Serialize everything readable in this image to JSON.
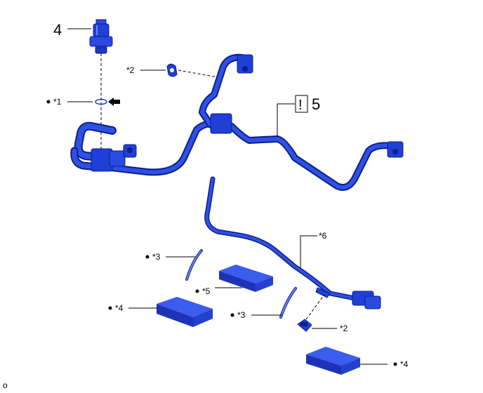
{
  "labels": {
    "part4": "4",
    "part5": "5",
    "caution": "!",
    "ref1": "*1",
    "ref2a": "*2",
    "ref2b": "*2",
    "ref3a": "*3",
    "ref3b": "*3",
    "ref4a": "*4",
    "ref4b": "*4",
    "ref5": "*5",
    "ref6": "*6",
    "figure_code": "o"
  },
  "colors": {
    "part_blue": "#1f3fd6",
    "part_dark": "#0b1f8a",
    "part_light": "#4f6cf0",
    "pad_top": "#3b5cec",
    "pad_side": "#1c33b8",
    "arrow": "#000000"
  }
}
